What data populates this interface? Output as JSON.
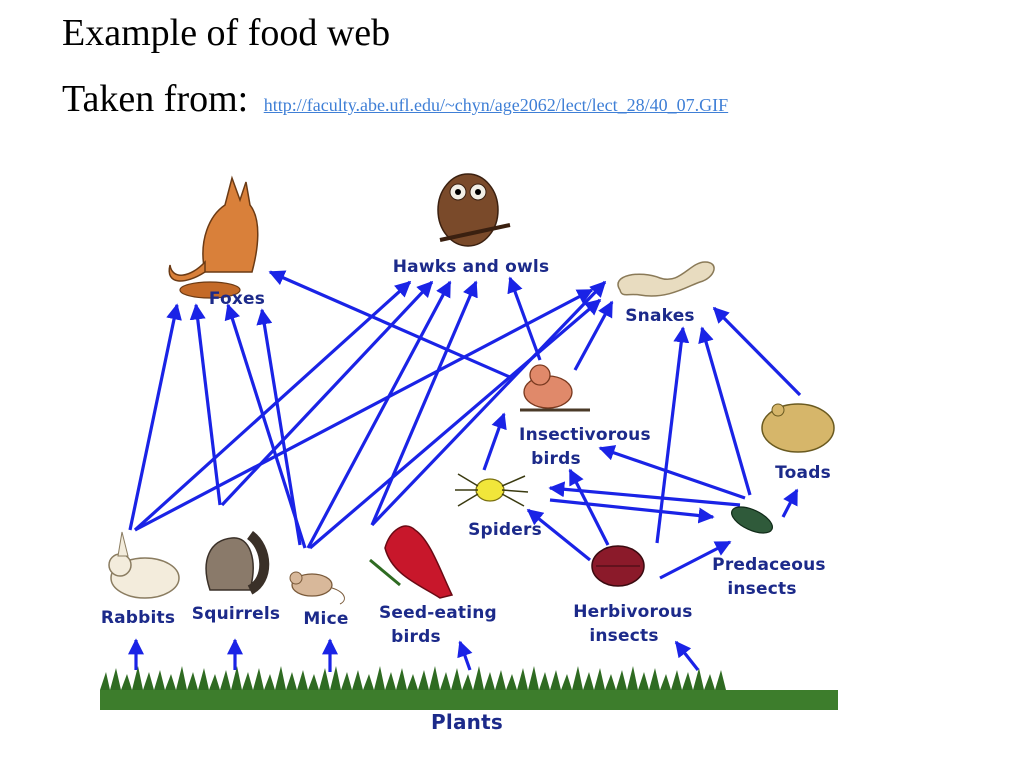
{
  "title": "Example of food web",
  "source": {
    "prefix": "Taken from:",
    "link_text": "http://faculty.abe.ufl.edu/~chyn/age2062/lect/lect_28/40_07.GIF"
  },
  "diagram": {
    "nodes": {
      "foxes": [
        "Foxes"
      ],
      "hawks": [
        "Hawks and owls"
      ],
      "snakes": [
        "Snakes"
      ],
      "insectivorous": [
        "Insectivorous",
        "birds"
      ],
      "spiders": [
        "Spiders"
      ],
      "toads": [
        "Toads"
      ],
      "predaceous": [
        "Predaceous",
        "insects"
      ],
      "rabbits": [
        "Rabbits"
      ],
      "squirrels": [
        "Squirrels"
      ],
      "mice": [
        "Mice"
      ],
      "seedbirds": [
        "Seed-eating",
        "birds"
      ],
      "herbivorous": [
        "Herbivorous",
        "insects"
      ],
      "plants": [
        "Plants"
      ]
    },
    "colors": {
      "arrow": "#1a23e6",
      "label": "#1c2a8a",
      "grass": "#2f6b22"
    }
  }
}
